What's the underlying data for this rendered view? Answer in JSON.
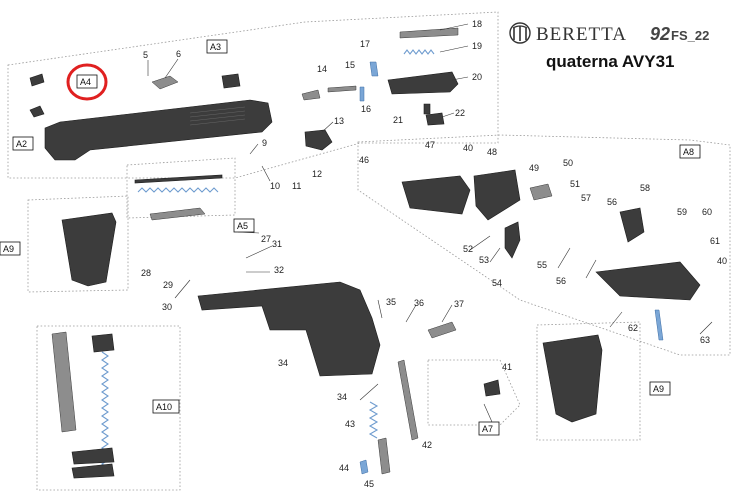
{
  "brand": {
    "wordmark": "BERETTA",
    "model": "92",
    "model_suffix": "FS_22",
    "code": "quaterna AVY31"
  },
  "highlight": {
    "group": "A4",
    "circle_color": "#e02020"
  },
  "groups": [
    "A2",
    "A3",
    "A4",
    "A5",
    "A7",
    "A8",
    "A9",
    "A9",
    "A10"
  ],
  "part_numbers": [
    "5",
    "6",
    "9",
    "10",
    "11",
    "12",
    "13",
    "14",
    "15",
    "16",
    "17",
    "18",
    "19",
    "20",
    "21",
    "22",
    "27",
    "28",
    "29",
    "30",
    "31",
    "32",
    "34",
    "34",
    "35",
    "36",
    "37",
    "41",
    "42",
    "43",
    "44",
    "45",
    "46",
    "47",
    "40",
    "48",
    "49",
    "50",
    "51",
    "52",
    "53",
    "54",
    "55",
    "56",
    "56",
    "57",
    "58",
    "59",
    "60",
    "61",
    "62",
    "40",
    "63"
  ]
}
